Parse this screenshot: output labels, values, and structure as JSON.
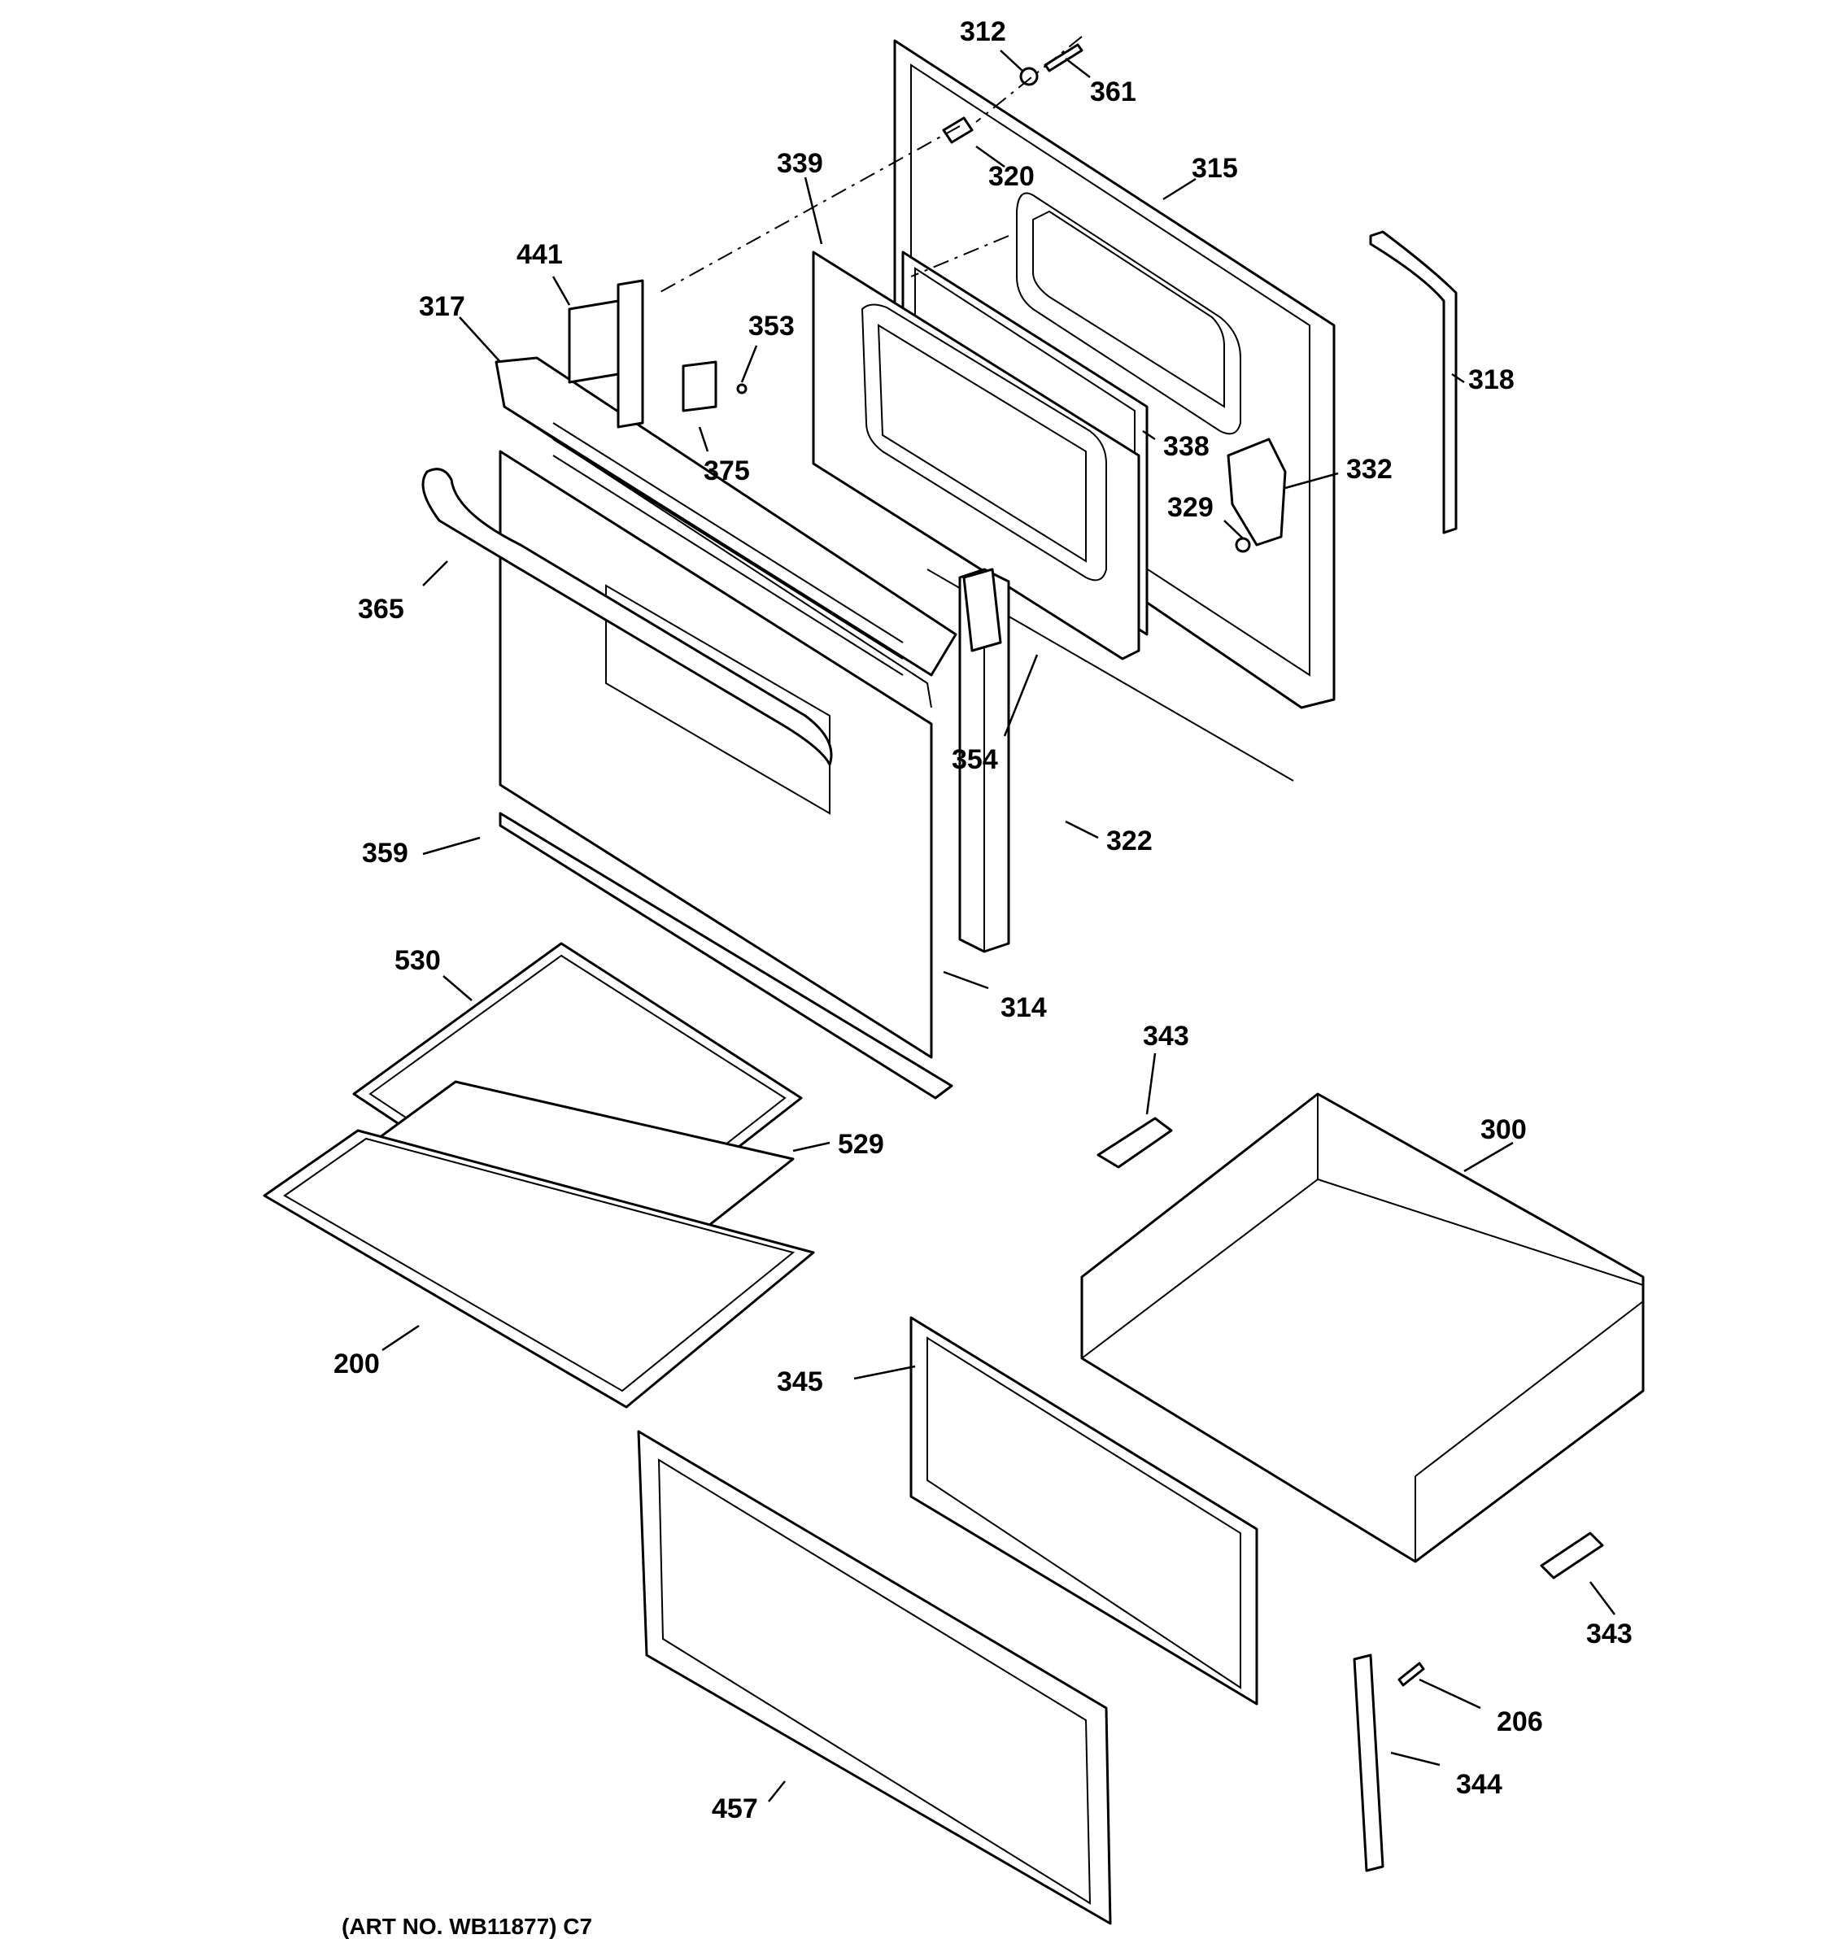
{
  "diagram": {
    "callouts": [
      "312",
      "361",
      "320",
      "339",
      "315",
      "441",
      "317",
      "353",
      "318",
      "375",
      "338",
      "332",
      "329",
      "365",
      "354",
      "359",
      "322",
      "530",
      "314",
      "343",
      "300",
      "529",
      "200",
      "345",
      "343",
      "206",
      "344",
      "457"
    ],
    "footer": "(ART NO. WB11877) C7"
  },
  "colors": {
    "line": "#000000",
    "background": "#ffffff"
  }
}
